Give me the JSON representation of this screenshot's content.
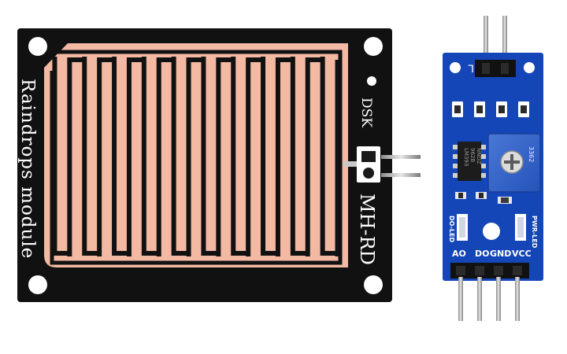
{
  "sensor_board": {
    "label_module": "Raindrops module",
    "label_dsk": "DSK",
    "label_model": "MH-RD",
    "board_color": "#111111",
    "trace_color": "#f3b9a3"
  },
  "control_board": {
    "ic_text": [
      "LM393",
      "962B",
      "NNDZ"
    ],
    "pot_text": "3362",
    "label_do_led": "DO-LED",
    "label_pwr_led": "PWR-LED",
    "label_ao": "AO",
    "label_do": "DO",
    "label_gnd": "GND",
    "label_vcc": "VCC",
    "board_color": "#1446b8"
  }
}
